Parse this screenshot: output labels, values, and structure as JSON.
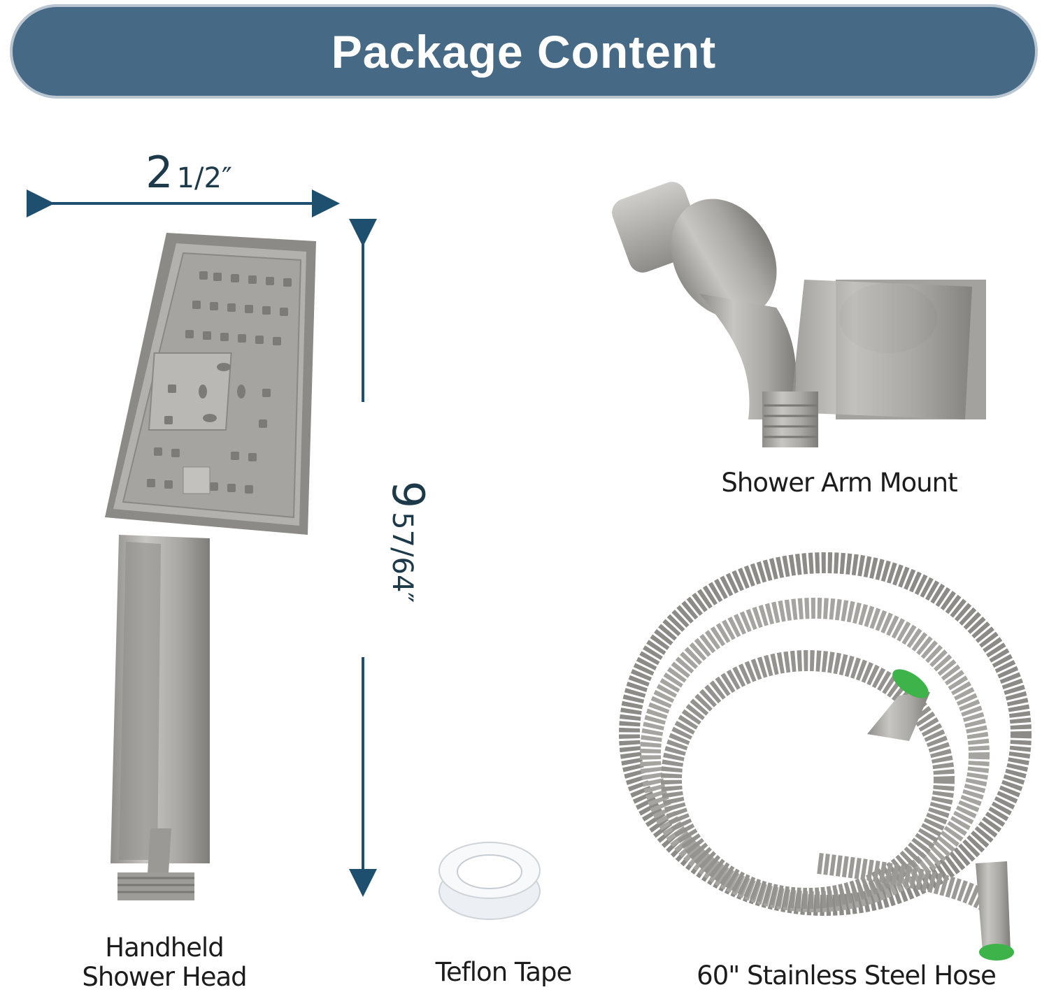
{
  "banner": {
    "title": "Package Content"
  },
  "dimensions": {
    "width_whole": "2",
    "width_fraction": "1/2″",
    "height_whole": "9",
    "height_fraction": "57/64″"
  },
  "items": {
    "shower_head": {
      "line1": "Handheld",
      "line2": "Shower Head"
    },
    "arm_mount": {
      "label": "Shower Arm Mount"
    },
    "teflon_tape": {
      "label": "Teflon Tape"
    },
    "hose": {
      "label": "60\" Stainless Steel Hose"
    }
  },
  "colors": {
    "banner": "#466a85",
    "banner_border": "#b9c6d2",
    "dimension_arrow": "#1f4f6e",
    "metal": "#a9a7a3"
  }
}
